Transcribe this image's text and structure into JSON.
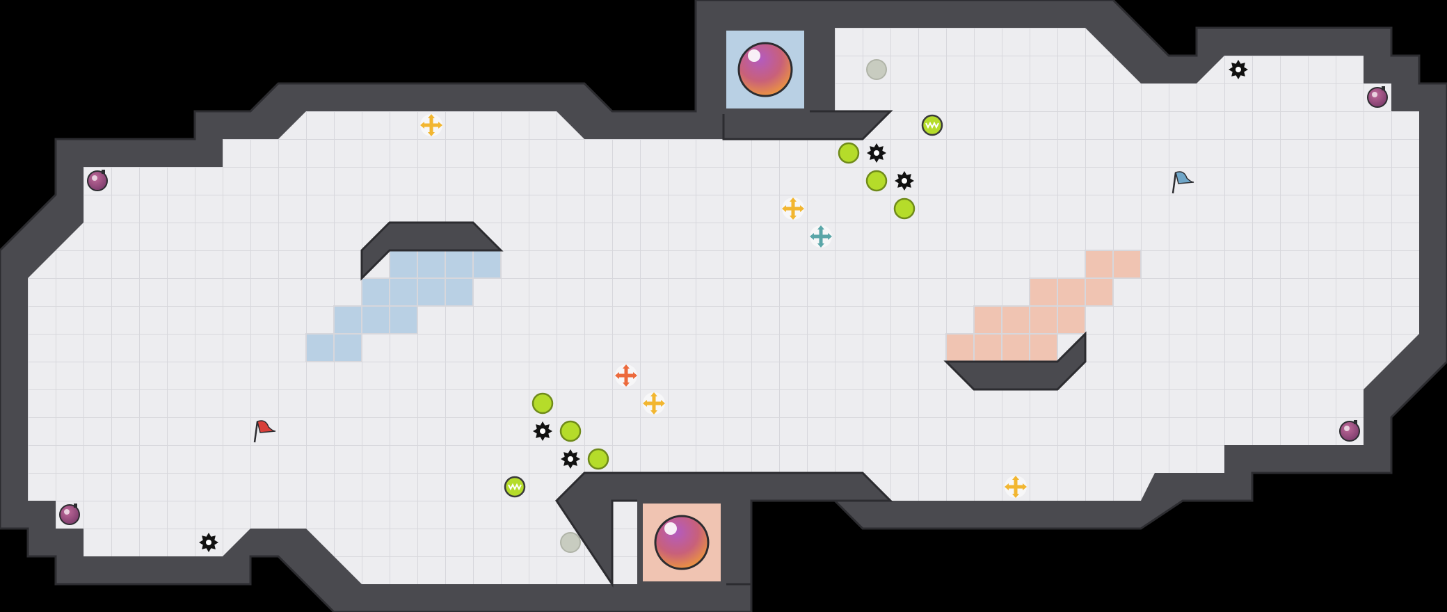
{
  "colors": {
    "background": "#000000",
    "floor": "#ededf0",
    "grid": "#d7d7dc",
    "wall": "#4a4a4f",
    "wall_edge": "#2c2c30",
    "blue_zone": "#b9d0e4",
    "red_zone": "#f0c4b2",
    "lime": "#b5dc2a",
    "lime_edge": "#6f8a1a",
    "ghost": "#c8ccc0",
    "mine": "#111111",
    "pickup_yellow": "#f2b630",
    "pickup_orange": "#ec6a3c",
    "pickup_teal": "#5aa6a8",
    "flag_red": "#d8403a",
    "flag_blue": "#6fa6c8",
    "orb_top": "#9b4fb0",
    "orb_bottom": "#f08a3a"
  },
  "map": {
    "team_flags": [
      {
        "team": "red",
        "icon": "red-flag-icon"
      },
      {
        "team": "blue",
        "icon": "blue-flag-icon"
      }
    ],
    "bases": [
      {
        "team": "blue",
        "icon": "base-orb-icon"
      },
      {
        "team": "red",
        "icon": "base-orb-icon"
      }
    ],
    "icons": {
      "bomb": "bomb-icon",
      "mine": "spiked-mine-icon",
      "booster": "lime-booster-icon",
      "ghost": "inactive-spawn-icon",
      "speed_pad": "striped-speed-pad-icon",
      "powerup": "arrow-cross-powerup-icon"
    }
  }
}
